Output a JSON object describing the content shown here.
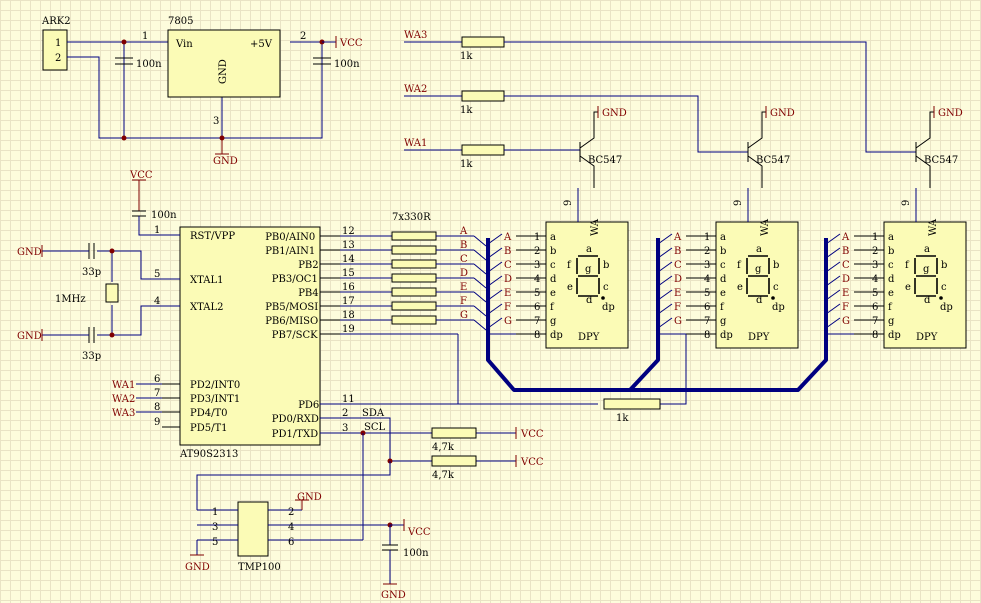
{
  "power": {
    "connector": "ARK2",
    "regulator": "7805",
    "vin": "Vin",
    "vout": "+5V",
    "gnd_pin": "GND"
  },
  "nets": {
    "vcc": "VCC",
    "gnd": "GND"
  },
  "pins": {
    "n1": "1",
    "n2": "2",
    "n3": "3",
    "n4": "4",
    "n5": "5",
    "n6": "6",
    "n8": "8",
    "n9": "9",
    "n11": "11"
  },
  "values": {
    "c100n": "100n",
    "c33p": "33p",
    "crystal": "1MHz",
    "r7x330": "7x330R",
    "r1k": "1k",
    "r4k7": "4,7k"
  },
  "mcu": {
    "name": "AT90S2313",
    "sda": "SDA",
    "scl": "SCL",
    "left_pins": [
      {
        "num": "1",
        "name": "RST/VPP",
        "net": ""
      },
      {
        "num": "5",
        "name": "XTAL1",
        "net": ""
      },
      {
        "num": "4",
        "name": "XTAL2",
        "net": ""
      },
      {
        "num": "6",
        "name": "PD2/INT0",
        "net": "WA1"
      },
      {
        "num": "7",
        "name": "PD3/INT1",
        "net": "WA2"
      },
      {
        "num": "8",
        "name": "PD4/T0",
        "net": "WA3"
      },
      {
        "num": "9",
        "name": "PD5/T1",
        "net": ""
      }
    ],
    "right_pins": [
      {
        "num": "12",
        "name": "PB0/AIN0"
      },
      {
        "num": "13",
        "name": "PB1/AIN1"
      },
      {
        "num": "14",
        "name": "PB2"
      },
      {
        "num": "15",
        "name": "PB3/OC1"
      },
      {
        "num": "16",
        "name": "PB4"
      },
      {
        "num": "17",
        "name": "PB5/MOSI"
      },
      {
        "num": "18",
        "name": "PB6/MISO"
      },
      {
        "num": "19",
        "name": "PB7/SCK"
      },
      {
        "num": "11",
        "name": "PD6"
      },
      {
        "num": "2",
        "name": "PD0/RXD"
      },
      {
        "num": "3",
        "name": "PD1/TXD"
      }
    ]
  },
  "segments": [
    "A",
    "B",
    "C",
    "D",
    "E",
    "F",
    "G"
  ],
  "display": {
    "name": "DPY",
    "pin_labels": [
      "a",
      "b",
      "c",
      "d",
      "e",
      "f",
      "g",
      "dp"
    ],
    "pin_nums": [
      "1",
      "2",
      "3",
      "4",
      "5",
      "6",
      "7",
      "8"
    ],
    "inner": [
      "a",
      "b",
      "c",
      "d",
      "e",
      "f",
      "g",
      "dp"
    ],
    "common_pin": "9",
    "common_label": "WA",
    "count": 3
  },
  "drivers": [
    {
      "net": "WA1",
      "res": "1k",
      "transistor": "BC547",
      "gnd": "GND"
    },
    {
      "net": "WA2",
      "res": "1k",
      "transistor": "BC547",
      "gnd": "GND"
    },
    {
      "net": "WA3",
      "res": "1k",
      "transistor": "BC547",
      "gnd": "GND"
    }
  ],
  "sensor": {
    "name": "TMP100"
  }
}
